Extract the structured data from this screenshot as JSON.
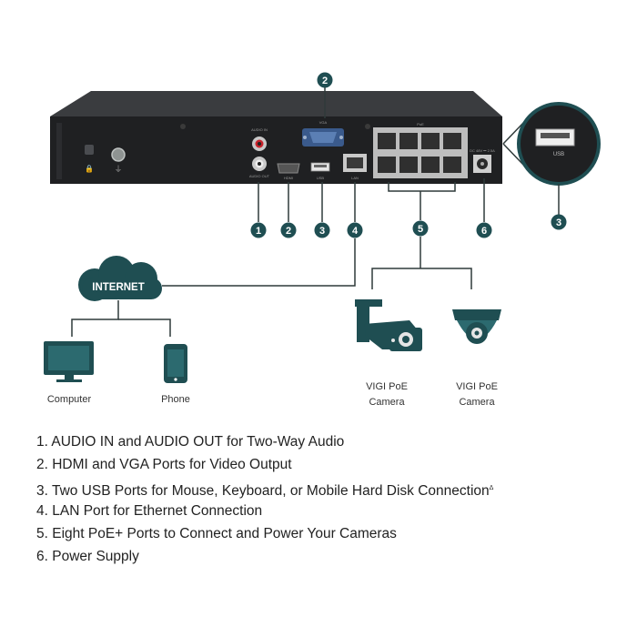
{
  "device": {
    "label_audio_in": "AUDIO IN",
    "label_audio_out": "AUDIO OUT",
    "label_hdmi": "HDMI",
    "label_vga": "VGA",
    "label_usb": "USB",
    "label_lan": "LAN",
    "label_poe": "PoE",
    "label_dc": "DC 48V ⎓ 2.5A"
  },
  "callouts": {
    "c1": "1",
    "c2": "2",
    "c3": "3",
    "c4": "4",
    "c5": "5",
    "c6": "6",
    "c3_zoom": "3",
    "c2_top": "2"
  },
  "zoom": {
    "usb_label": "USB"
  },
  "internet": {
    "cloud_label": "INTERNET",
    "computer_label": "Computer",
    "phone_label": "Phone"
  },
  "cameras": {
    "bullet_line1": "VIGI PoE",
    "bullet_line2": "Camera",
    "turret_line1": "VIGI PoE",
    "turret_line2": "Camera"
  },
  "legend": [
    "1. AUDIO IN and AUDIO OUT for Two-Way Audio",
    "2. HDMI and VGA Ports for Video Output",
    "3. Two USB Ports for Mouse, Keyboard, or Mobile Hard Disk Connection",
    "4. LAN Port for Ethernet Connection",
    "5. Eight PoE+ Ports to Connect and Power Your Cameras",
    "6. Power Supply"
  ],
  "legend_note_mark": "Δ",
  "colors": {
    "accent": "#1f4e52",
    "device": "#2a2c2e",
    "device_face": "#1c1d1f"
  }
}
